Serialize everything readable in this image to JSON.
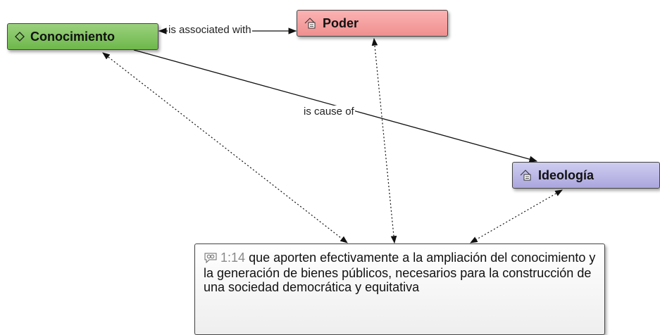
{
  "nodes": {
    "conocimiento": {
      "label": "Conocimiento",
      "icon": "diamond-icon",
      "color": "#7cc25a"
    },
    "poder": {
      "label": "Poder",
      "icon": "code-group-icon",
      "color": "#f29b9b"
    },
    "ideologia": {
      "label": "Ideología",
      "icon": "code-group-icon",
      "color": "#b6b2e4"
    },
    "quotation": {
      "icon": "quotation-icon",
      "ref": "1:14",
      "text": "que aporten efectivamente a la ampliación del conocimiento y la generación de bienes públicos, necesarios para la construcción de una sociedad democrática y equitativa"
    }
  },
  "edges": [
    {
      "from": "Conocimiento",
      "to": "Poder",
      "label": "is associated with",
      "style": "solid"
    },
    {
      "from": "Conocimiento",
      "to": "Ideología",
      "label": "is cause of",
      "style": "solid"
    },
    {
      "from": "Conocimiento",
      "to": "quotation",
      "label": "",
      "style": "dotted"
    },
    {
      "from": "Poder",
      "to": "quotation",
      "label": "",
      "style": "dotted"
    },
    {
      "from": "Ideología",
      "to": "quotation",
      "label": "",
      "style": "dotted"
    }
  ]
}
